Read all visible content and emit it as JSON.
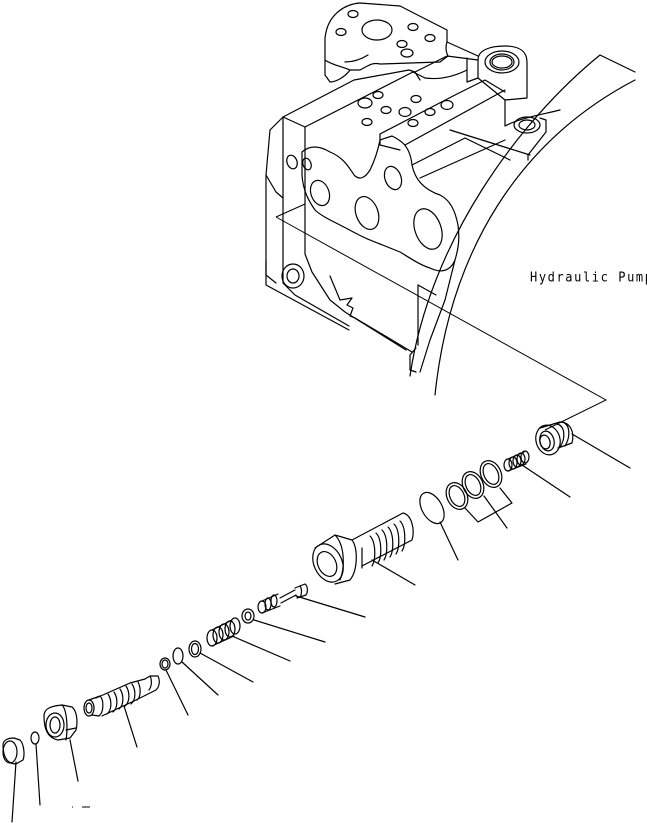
{
  "diagram": {
    "type": "exploded parts view",
    "assembly_label": "Hydraulic Pump",
    "colors": {
      "line": "#000000",
      "background": "#ffffff"
    },
    "components": [
      {
        "id": "pump-housing",
        "description": "Hydraulic pump body with port flange"
      },
      {
        "id": "plug-right",
        "description": "Threaded plug / fitting"
      },
      {
        "id": "spring-small",
        "description": "Small spring"
      },
      {
        "id": "backup-rings",
        "description": "Set of 3 rings (grouped leader)"
      },
      {
        "id": "o-ring-large",
        "description": "O-ring"
      },
      {
        "id": "valve-body",
        "description": "Hex-head threaded valve body"
      },
      {
        "id": "spool-needle",
        "description": "Needle / poppet"
      },
      {
        "id": "nut-small",
        "description": "Small nut"
      },
      {
        "id": "spring-mid",
        "description": "Spring"
      },
      {
        "id": "ring-mid",
        "description": "Ring"
      },
      {
        "id": "o-ring-mid",
        "description": "O-ring"
      },
      {
        "id": "ring-small",
        "description": "Ring"
      },
      {
        "id": "adjust-screw",
        "description": "Threaded adjusting screw"
      },
      {
        "id": "lock-nut",
        "description": "Lock nut"
      },
      {
        "id": "o-ring-small",
        "description": "O-ring"
      },
      {
        "id": "cap",
        "description": "Cap"
      }
    ]
  }
}
